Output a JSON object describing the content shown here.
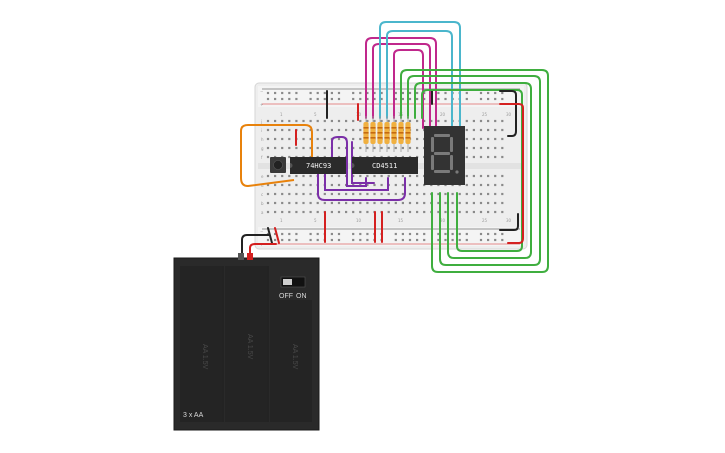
{
  "chips": [
    {
      "id": "u1",
      "label": "74HC93"
    },
    {
      "id": "u2",
      "label": "CD4511"
    }
  ],
  "display": {
    "digit": "8"
  },
  "battery": {
    "switch_off_label": "OFF",
    "switch_on_label": "ON",
    "pack_label": "3 x AA",
    "cell_label": "AA 1.5V"
  },
  "breadboard": {
    "row_letters_top": [
      "j",
      "i",
      "h",
      "g",
      "f"
    ],
    "row_letters_bottom": [
      "e",
      "d",
      "c",
      "b",
      "a"
    ],
    "column_numbers": [
      "1",
      "5",
      "10",
      "15",
      "20",
      "25",
      "30"
    ]
  },
  "colors": {
    "wire_orange": "#e8820c",
    "wire_purple": "#7b2fa8",
    "wire_magenta": "#c0288c",
    "wire_cyan": "#4bb6cc",
    "wire_green": "#3fae3f",
    "wire_red": "#d42020",
    "wire_black": "#222222",
    "resistor": "#f0b040",
    "chip_body": "#2b2b2b",
    "display_body": "#333333",
    "segment_off": "#7a7a7a",
    "battery_body": "#2a2a2a"
  }
}
